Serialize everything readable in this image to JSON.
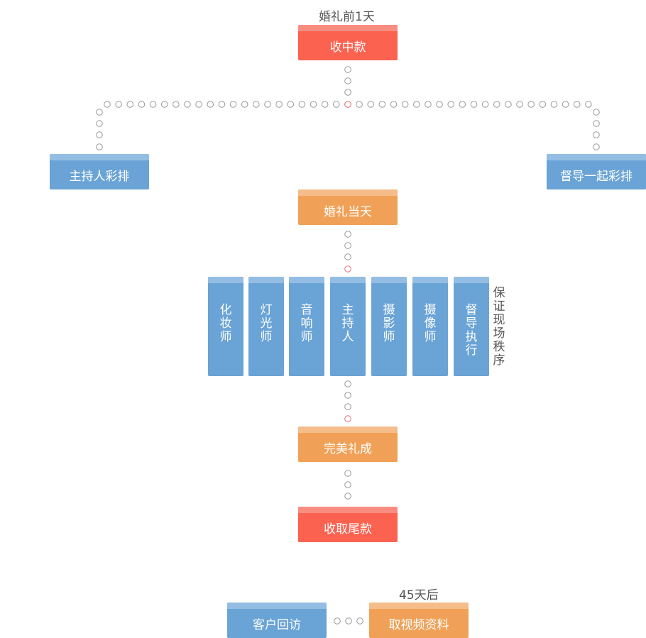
{
  "labels": {
    "before_day": "婚礼前1天",
    "after_45": "45天后",
    "order_note": "保证现场秩序"
  },
  "nodes": {
    "deposit": "收中款",
    "host_rehearsal": "主持人彩排",
    "supervisor_rehearsal": "督导一起彩排",
    "wedding_day": "婚礼当天",
    "completion": "完美礼成",
    "final_payment": "收取尾款",
    "client_visit": "客户回访",
    "collect_media": "取视频资料"
  },
  "roles": [
    "化妆师",
    "灯光师",
    "音响师",
    "主持人",
    "摄影师",
    "摄像师",
    "督导执行"
  ],
  "colors": {
    "payment": "#fb6250",
    "milestone": "#f0a157",
    "task": "#6aa3d5",
    "connector": "#9a9a9a",
    "connector_highlight": "#e8727a"
  }
}
